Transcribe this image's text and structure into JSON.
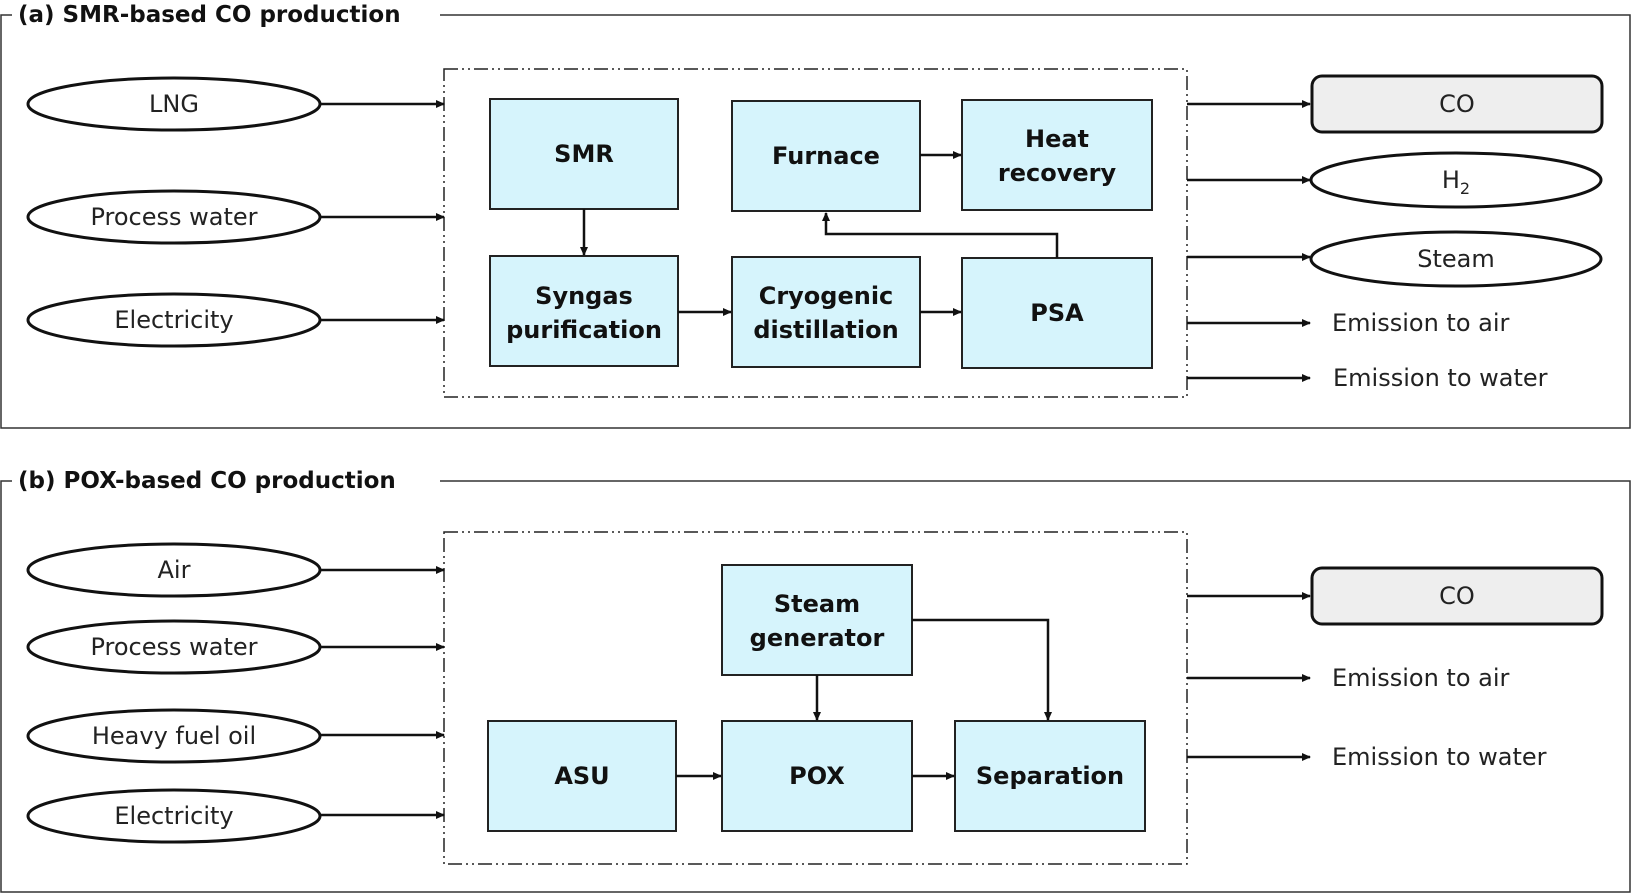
{
  "panel_a": {
    "title": "(a) SMR-based CO production",
    "inputs": [
      "LNG",
      "Process water",
      "Electricity"
    ],
    "units": {
      "smr": "SMR",
      "furnace": "Furnace",
      "heat_recovery": [
        "Heat",
        "recovery"
      ],
      "syngas": [
        "Syngas",
        "purification"
      ],
      "cryo": [
        "Cryogenic",
        "distillation"
      ],
      "psa": "PSA"
    },
    "product": "CO",
    "coproducts": {
      "h2": "H",
      "h2_sub": "2",
      "steam": "Steam"
    },
    "emissions": [
      "Emission to air",
      "Emission to water"
    ]
  },
  "panel_b": {
    "title": "(b) POX-based CO production",
    "inputs": [
      "Air",
      "Process water",
      "Heavy fuel oil",
      "Electricity"
    ],
    "units": {
      "steam_gen": [
        "Steam",
        "generator"
      ],
      "asu": "ASU",
      "pox": "POX",
      "separation": "Separation"
    },
    "product": "CO",
    "emissions": [
      "Emission to air",
      "Emission to water"
    ]
  }
}
